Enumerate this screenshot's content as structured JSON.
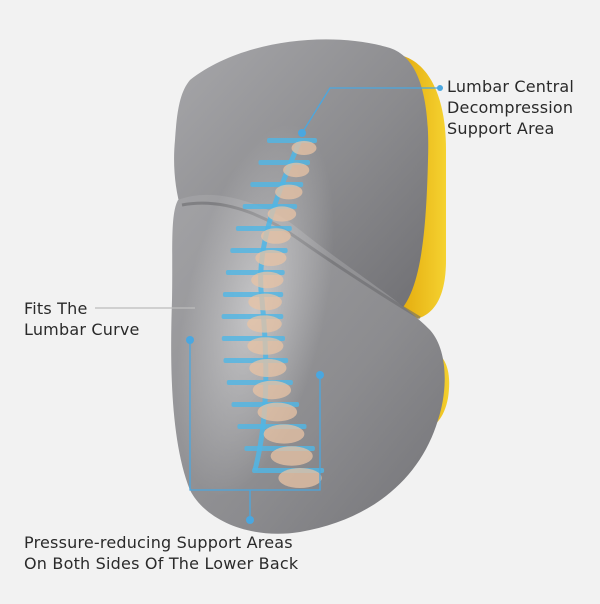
{
  "annotations": {
    "top_right": [
      "Lumbar Central",
      "Decompression",
      "Support Area"
    ],
    "left": [
      "Fits The",
      "Lumbar Curve"
    ],
    "bottom": [
      "Pressure-reducing Support Areas",
      "On Both Sides Of The Lower Back"
    ]
  },
  "colors": {
    "background": "#f2f2f2",
    "cushion_fabric": "#8f8f92",
    "cushion_trim": "#f1c21b",
    "spine_bone": "#e8c3a4",
    "spine_disc": "#4fb6e6",
    "leader_line": "#4aa7e0"
  },
  "image_subject": "lumbar-support-cushion"
}
